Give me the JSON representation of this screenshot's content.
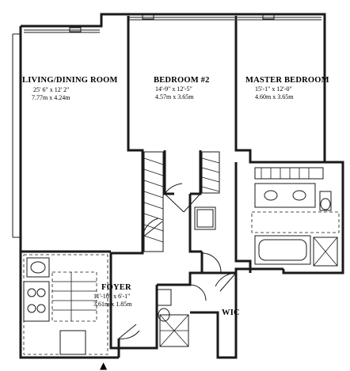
{
  "rooms": {
    "living": {
      "name": "LIVING/DINING ROOM",
      "dim_imperial": "25' 6\" x 12' 2\"",
      "dim_metric": "7.77m x 4.24m"
    },
    "bedroom2": {
      "name": "BEDROOM #2",
      "dim_imperial": "14'-9\" x 12'-5\"",
      "dim_metric": "4.57m x 3.65m"
    },
    "master": {
      "name": "MASTER BEDROOM",
      "dim_imperial": "15'-1\" x 12'-0\"",
      "dim_metric": "4.60m x 3.65m"
    },
    "foyer": {
      "name": "FOYER",
      "dim_imperial": "11'-10\" x 6'-1\"",
      "dim_metric": "3.61m x 1.85m"
    },
    "wic": {
      "name": "WIC"
    }
  },
  "entry_marker": "▲"
}
